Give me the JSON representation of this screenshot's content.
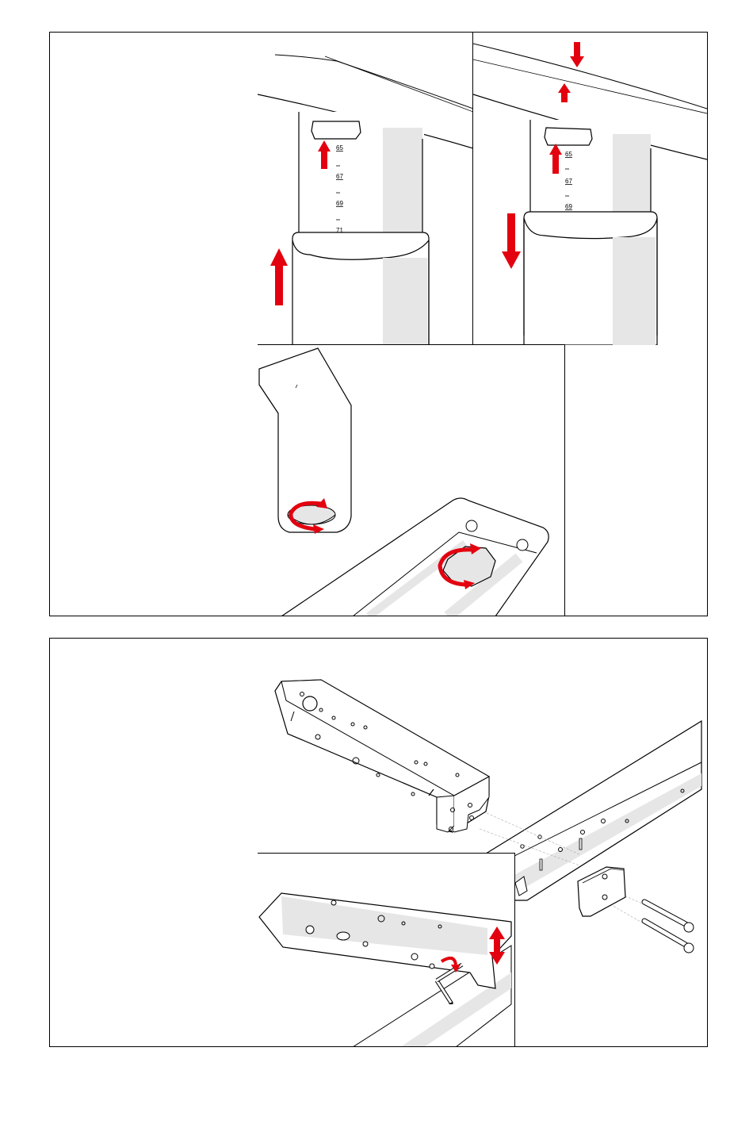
{
  "page": {
    "steps": [
      {
        "text_column": "",
        "panels": [
          {
            "id": "raise-leg",
            "scale_marks": [
              "65",
              "67",
              "69",
              "71"
            ],
            "arrows": [
              "up-small",
              "up-large"
            ]
          },
          {
            "id": "lower-leg",
            "scale_marks": [
              "65",
              "67",
              "69"
            ],
            "arrows": [
              "down-top",
              "up-small-top",
              "up-small",
              "down-large"
            ]
          },
          {
            "id": "screw-foot",
            "arrows": [
              "rotate",
              "rotate"
            ]
          }
        ]
      },
      {
        "text_column": "",
        "panels": [
          {
            "id": "attach-bracket",
            "parts": [
              "bracket",
              "frame-beam",
              "plate",
              "bolt",
              "bolt"
            ]
          },
          {
            "id": "tighten-detail",
            "arrows": [
              "rotate",
              "up-down"
            ],
            "parts": [
              "hex-key"
            ]
          }
        ]
      }
    ],
    "colors": {
      "arrow": "#e3000f",
      "line": "#000000",
      "shade": "#e6e6e6"
    }
  }
}
